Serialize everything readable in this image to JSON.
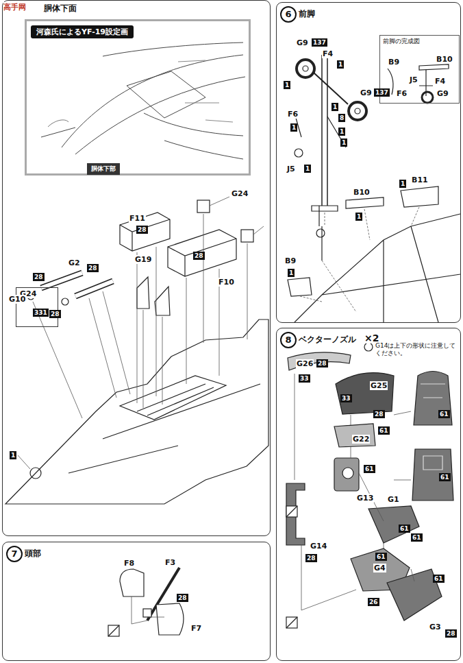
{
  "diagram": {
    "nodes": [
      {
        "text": [
          "胴体下面"
        ]
      },
      {
        "text": [
          "河森氏によるYF-19設定画"
        ],
        "in": 0
      },
      {
        "text": [
          "胴体下部"
        ],
        "in": 1
      },
      {
        "text": [
          "G24",
          "331"
        ],
        "in": 0
      },
      {
        "text": [
          "6",
          "前脚"
        ]
      },
      {
        "text": [
          "前脚の完成図"
        ],
        "in": 4
      },
      {
        "text": [
          "7",
          "頭部"
        ]
      },
      {
        "text": [
          "8",
          "ベクターノズル",
          "×2"
        ]
      }
    ],
    "labels": [
      "高手网",
      "G24",
      "F11",
      "28",
      "28",
      "F10",
      "G19",
      "G2",
      "28",
      "28",
      "G10",
      "28",
      "1",
      "G9",
      "137",
      "F4",
      "1",
      "1",
      "G9",
      "137",
      "1",
      "F6",
      "1",
      "8",
      "1",
      "1",
      "J5",
      "1",
      "B10",
      "1",
      "B11",
      "1",
      "B9",
      "1",
      "B9",
      "B10",
      "J5",
      "F4",
      "F6",
      "G9",
      "G14は上下の形状に注意してください。",
      "G26",
      "28",
      "33",
      "G25",
      "33",
      "28",
      "61",
      "G22",
      "61",
      "61",
      "G13",
      "61",
      "G1",
      "61",
      "61",
      "G14",
      "28",
      "61",
      "G4",
      "61",
      "26",
      "G3",
      "28",
      "F8",
      "F3",
      "28",
      "F7"
    ]
  }
}
